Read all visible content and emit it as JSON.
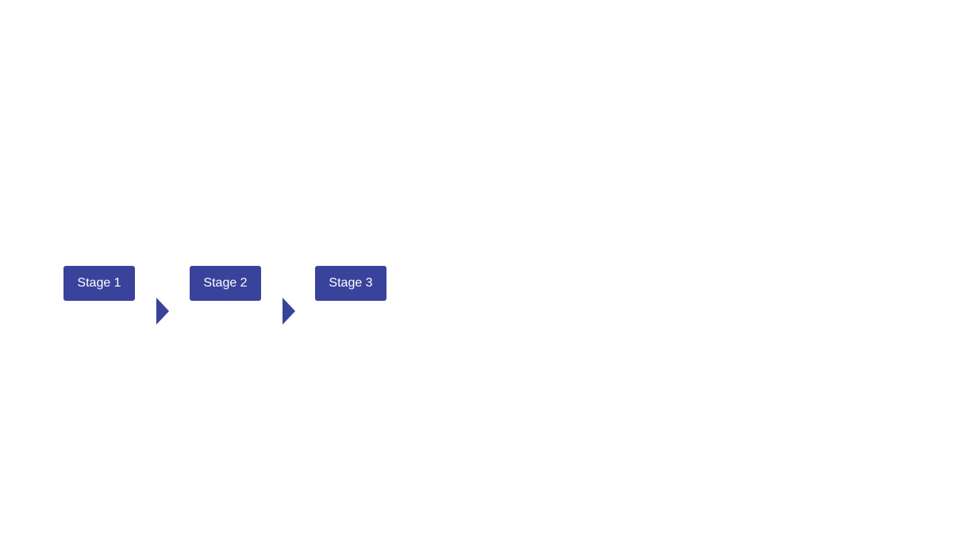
{
  "colors": {
    "accent": "#39439b",
    "text_on_accent": "#ffffff",
    "background": "#ffffff"
  },
  "flow": {
    "stages": [
      {
        "label": "Stage 1"
      },
      {
        "label": "Stage 2"
      },
      {
        "label": "Stage 3"
      }
    ],
    "connectors": [
      {
        "icon": "triangle-right-icon"
      },
      {
        "icon": "triangle-right-icon"
      }
    ]
  }
}
